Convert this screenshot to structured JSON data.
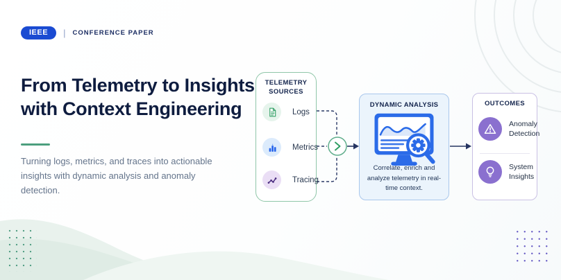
{
  "badge": {
    "logo": "IEEE",
    "separator": "|",
    "label": "CONFERENCE PAPER"
  },
  "hero": {
    "title_line1": "From Telemetry to Insights",
    "title_line2": "with Context Engineering",
    "subtitle": "Turning logs, metrics, and traces into actionable insights with dynamic analysis and anomaly detection."
  },
  "diagram": {
    "telemetry": {
      "title": "TELEMETRY SOURCES",
      "items": [
        {
          "label": "Logs",
          "icon": "document-icon"
        },
        {
          "label": "Metrics",
          "icon": "bar-chart-icon"
        },
        {
          "label": "Tracing",
          "icon": "line-chart-icon"
        }
      ]
    },
    "connector": {
      "chevron_icon": "chevron-right-icon"
    },
    "analysis": {
      "title": "DYNAMIC ANALYSIS",
      "illustration": "monitor-chart-magnifier-gear",
      "caption": "Correlate, enrich and analyze telemetry in real-time context."
    },
    "outcomes": {
      "title": "OUTCOMES",
      "items": [
        {
          "label": "Anomaly Detection",
          "icon": "warning-triangle-icon"
        },
        {
          "label": "System Insights",
          "icon": "lightbulb-icon"
        }
      ]
    }
  },
  "colors": {
    "brand_blue": "#1a4bd2",
    "navy_text": "#0e1c3f",
    "green_accent": "#4c9f7e",
    "telemetry_border": "#8fc6a8",
    "analysis_bg": "#ebf4fc",
    "analysis_border": "#a9c7ec",
    "outcomes_border": "#c9c0e4",
    "outcome_circle": "#8a70cf",
    "logs_icon": "#2f9e63",
    "metrics_icon": "#2563eb",
    "tracing_icon": "#4a2c7f",
    "subtitle_gray": "#64748b"
  }
}
